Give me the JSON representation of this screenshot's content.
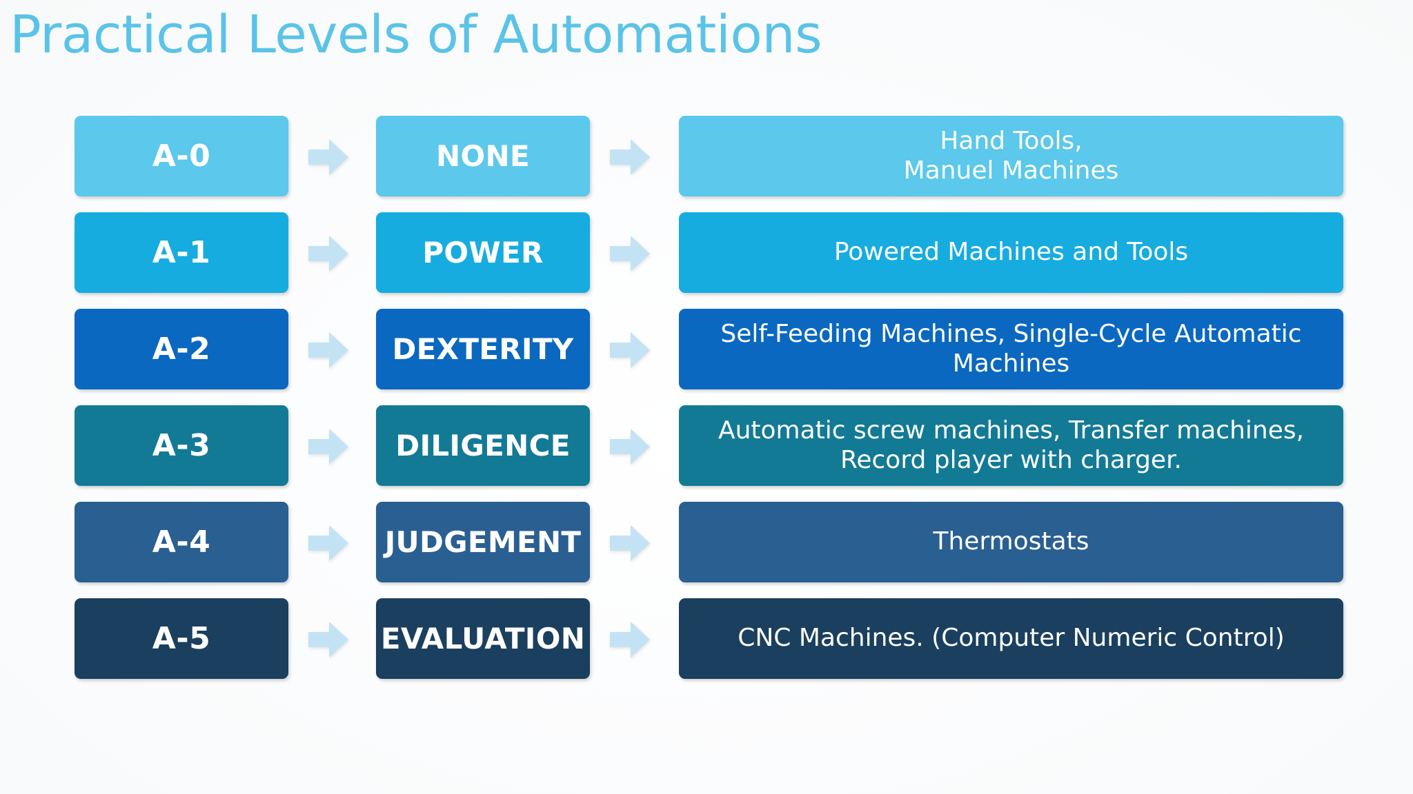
{
  "slide": {
    "title": "Practical Levels of Automations",
    "title_color": "#5bc3e8",
    "background_color": "#ffffff"
  },
  "arrow": {
    "icon_name": "right-arrow-icon",
    "color": "#c3e3f5"
  },
  "rows": [
    {
      "level": "A-0",
      "name": "NONE",
      "description": "Hand Tools,\nManuel Machines",
      "color": "#5bc8ec"
    },
    {
      "level": "A-1",
      "name": "POWER",
      "description": "Powered Machines and Tools",
      "color": "#17ace0"
    },
    {
      "level": "A-2",
      "name": "DEXTERITY",
      "description": "Self-Feeding Machines, Single-Cycle Automatic\nMachines",
      "color": "#0a68c0"
    },
    {
      "level": "A-3",
      "name": "DILIGENCE",
      "description": "Automatic screw machines, Transfer machines,\nRecord player with charger.",
      "color": "#137a96"
    },
    {
      "level": "A-4",
      "name": "JUDGEMENT",
      "description": "Thermostats",
      "color": "#2a5f92"
    },
    {
      "level": "A-5",
      "name": "EVALUATION",
      "description": "CNC Machines. (Computer Numeric Control)",
      "color": "#1b3f5e"
    }
  ],
  "layout": {
    "row_top_start": 168,
    "row_pitch": 140
  }
}
